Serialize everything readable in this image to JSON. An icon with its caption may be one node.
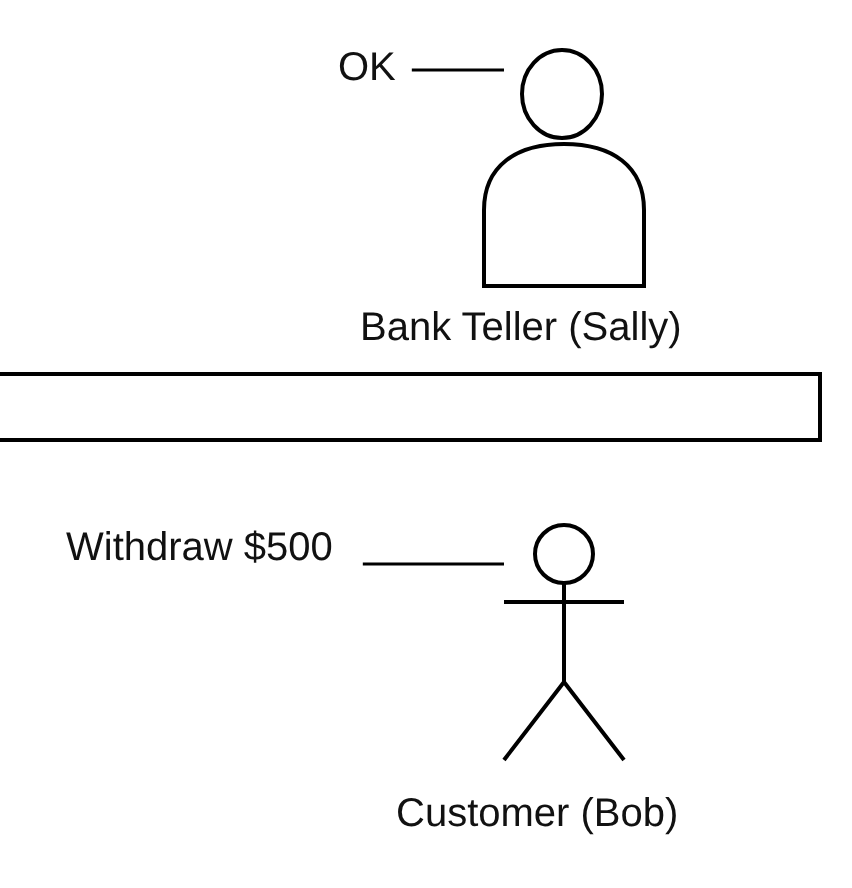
{
  "diagram": {
    "nodes": [
      {
        "text": [
          "OK"
        ]
      },
      {
        "text": [],
        "shape": "person",
        "beside": [
          "Bank Teller (Sally)"
        ]
      },
      {
        "text": [],
        "shape": "bar"
      },
      {
        "text": [
          "Withdraw $500"
        ]
      },
      {
        "text": [],
        "shape": "person",
        "beside": [
          "Customer (Bob)"
        ]
      }
    ],
    "edges": [
      {
        "from": 0,
        "to": 1,
        "arrow": "none"
      },
      {
        "from": 3,
        "to": 4,
        "arrow": "none"
      }
    ]
  }
}
